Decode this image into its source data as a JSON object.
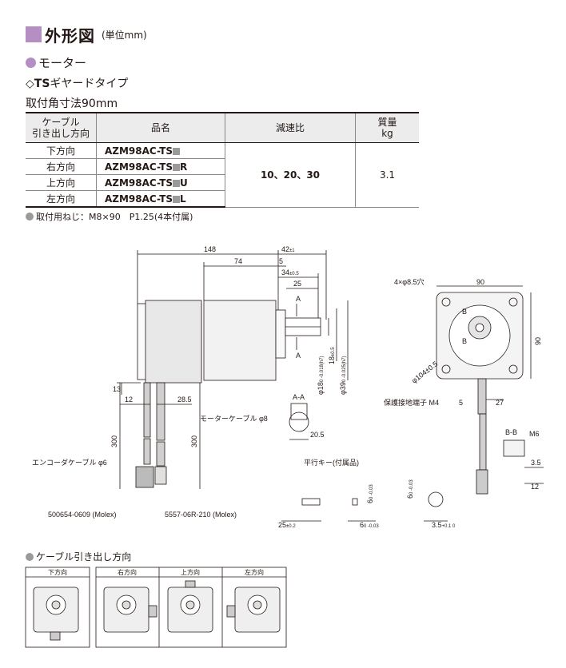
{
  "accent_color": "#b58fc4",
  "header": {
    "title": "外形図",
    "unit": "(単位mm)"
  },
  "section": {
    "motor": "モーター",
    "type_prefix": "◇",
    "type_bold": "TS",
    "type_rest": "ギヤードタイプ",
    "mounting": "取付角寸法90mm"
  },
  "table": {
    "headers": {
      "cable_line1": "ケーブル",
      "cable_line2": "引き出し方向",
      "product": "品名",
      "ratio": "減速比",
      "mass_line1": "質量",
      "mass_line2": "kg"
    },
    "rows": [
      {
        "direction": "下方向",
        "product": "AZM98AC-TS",
        "suffix": ""
      },
      {
        "direction": "右方向",
        "product": "AZM98AC-TS",
        "suffix": "R"
      },
      {
        "direction": "上方向",
        "product": "AZM98AC-TS",
        "suffix": "U"
      },
      {
        "direction": "左方向",
        "product": "AZM98AC-TS",
        "suffix": "L"
      }
    ],
    "ratio": "10、20、30",
    "mass": "3.1"
  },
  "note": "取付用ねじ：M8×90　P1.25(4本付属)",
  "drawing": {
    "d148": "148",
    "d74": "74",
    "d42": "42",
    "d42_tol": "±1",
    "d5": "5",
    "d34": "34",
    "d34_tol": "±0.5",
    "d25": "25",
    "sec_a": "A",
    "sec_aa": "A-A",
    "sec_b": "B",
    "sec_bb": "B-B",
    "shaft_dia": "φ18",
    "shaft_tol": "0 -0.018(h7)",
    "d18": "18",
    "d18_tol": "±0.5",
    "pilot_dia": "φ39",
    "pilot_tol": "0 -0.025(h7)",
    "d13": "13",
    "d12": "12",
    "d285": "28.5",
    "motor_cable": "モーターケーブル φ8",
    "d300a": "300",
    "d300b": "300",
    "encoder_cable": "エンコーダケーブル φ6",
    "conn1": "500654-0609 (Molex)",
    "conn2": "5557-06R-210 (Molex)",
    "d205": "20.5",
    "holes": "4×φ8.5穴",
    "d90w": "90",
    "d90h": "90",
    "pcd": "φ104±0.5",
    "ground": "保護接地端子 M4",
    "d5b": "5",
    "d27": "27",
    "m6": "M6",
    "d35": "3.5",
    "d12b": "12",
    "key_title": "平行キー(付属品)",
    "d25key": "25",
    "d25key_tol": "±0.2",
    "d6": "6",
    "d6_tol": "0 -0.03",
    "d6v": "6",
    "d35b": "3.5",
    "d35b_tol": "+0.1 0"
  },
  "cable_dir": {
    "heading": "ケーブル引き出し方向",
    "labels": [
      "下方向",
      "右方向",
      "上方向",
      "左方向"
    ]
  }
}
